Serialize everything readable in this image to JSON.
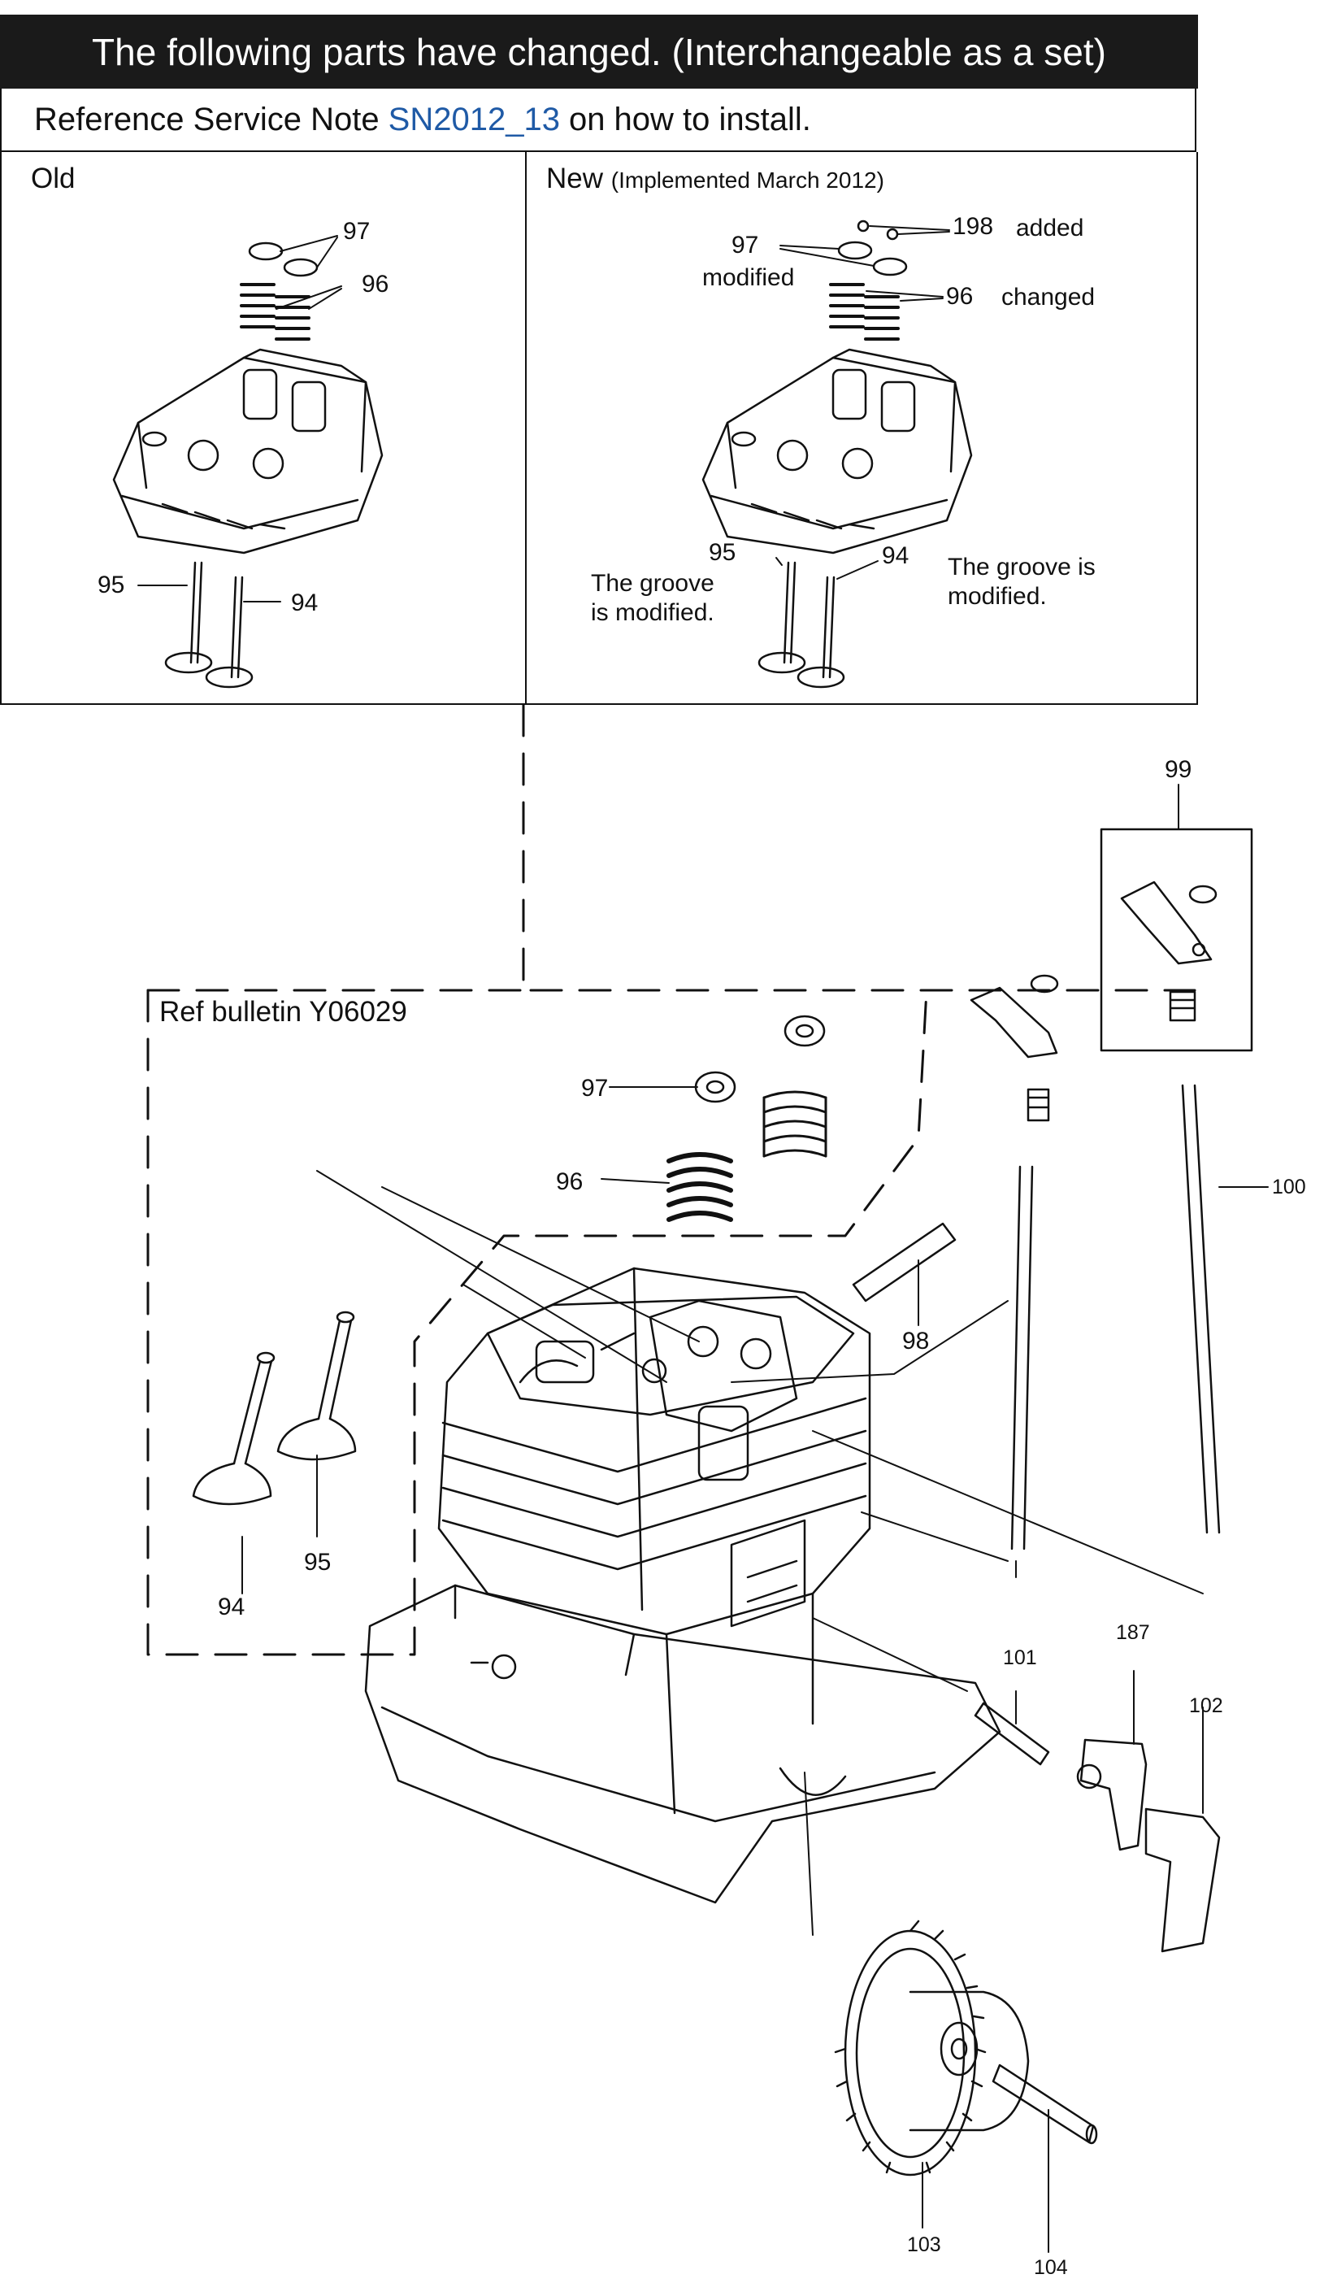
{
  "banner": {
    "title": "The following parts have changed. (Interchangeable as a set)"
  },
  "reference": {
    "prefix": "Reference Service Note",
    "link": "SN2012_13",
    "suffix": "on how to install."
  },
  "old_panel": {
    "title": "Old",
    "parts": {
      "p97": "97",
      "p96": "96",
      "p95": "95",
      "p94": "94"
    }
  },
  "new_panel": {
    "title": "New",
    "subtitle": "(Implemented March 2012)",
    "parts": {
      "p198": "198",
      "p97": "97",
      "p96": "96",
      "p95": "95",
      "p94": "94"
    },
    "status": {
      "added": "added",
      "modified": "modified",
      "changed": "changed"
    },
    "groove_note_left": "The groove\nis modified.",
    "groove_note_right": "The groove is\nmodified."
  },
  "main": {
    "bulletin_label": "Ref bulletin Y06029",
    "parts": {
      "p97": "97",
      "p96": "96",
      "p98": "98",
      "p99": "99",
      "p100": "100",
      "p94": "94",
      "p95": "95",
      "p101": "101",
      "p187": "187",
      "p102": "102",
      "p103": "103",
      "p104": "104"
    }
  }
}
